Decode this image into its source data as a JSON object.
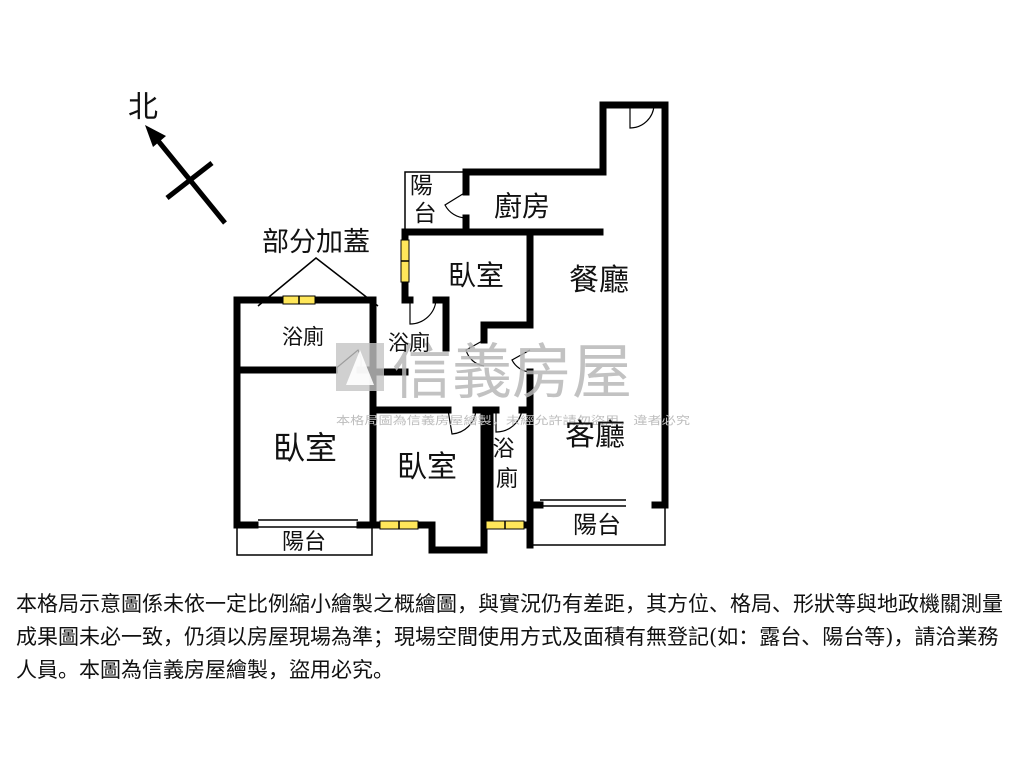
{
  "compass": {
    "north_label": "北"
  },
  "annotation": {
    "partial_extension": "部分加蓋"
  },
  "rooms": {
    "balcony_top": "陽台",
    "kitchen": "廚房",
    "bedroom_upper": "臥室",
    "dining": "餐廳",
    "bath_left": "浴廁",
    "bath_center": "浴廁",
    "living": "客廳",
    "bedroom_left": "臥室",
    "bedroom_middle": "臥室",
    "bath_right": "浴廁",
    "balcony_left": "陽台",
    "balcony_right": "陽台"
  },
  "watermark": {
    "brand": "信義房屋",
    "notice": "本格局圖為信義房屋繪製，未經允許請勿盜用，違者必究"
  },
  "disclaimer": "本格局示意圖係未依一定比例縮小繪製之概繪圖，與實況仍有差距，其方位、格局、形狀等與地政機關測量成果圖未必一致，仍須以房屋現場為準；現場空間使用方式及面積有無登記(如：露台、陽台等)，請洽業務人員。本圖為信義房屋繪製，盜用必究。",
  "colors": {
    "wall": "#000000",
    "window": "#ffe75a",
    "watermark": "#b8b8b8"
  }
}
